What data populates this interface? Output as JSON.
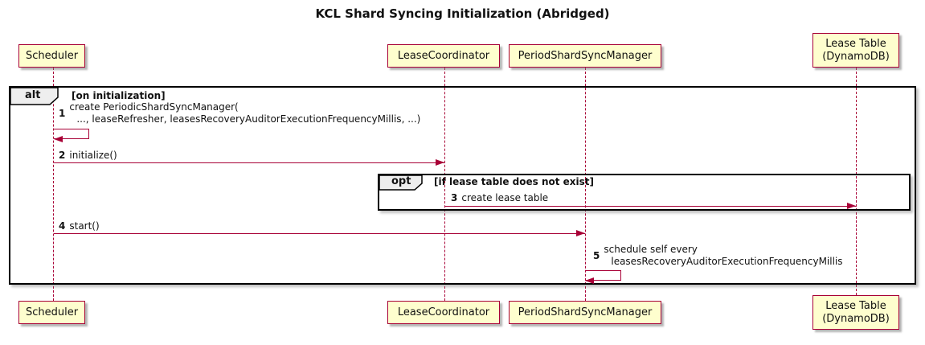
{
  "title": "KCL Shard Syncing Initialization (Abridged)",
  "colors": {
    "participant_fill": "#FEFECE",
    "accent": "#A80036",
    "frame_border": "#000000",
    "frame_label_fill": "#EEEEEE"
  },
  "participants": [
    {
      "id": "scheduler",
      "lines": [
        "Scheduler"
      ]
    },
    {
      "id": "lease-coordinator",
      "lines": [
        "LeaseCoordinator"
      ]
    },
    {
      "id": "period-shard-sync-manager",
      "lines": [
        "PeriodShardSyncManager"
      ]
    },
    {
      "id": "lease-table",
      "lines": [
        "Lease Table",
        "(DynamoDB)"
      ]
    }
  ],
  "frames": {
    "alt": {
      "operator": "alt",
      "condition": "[on initialization]"
    },
    "opt": {
      "operator": "opt",
      "condition": "[if lease table does not exist]"
    }
  },
  "messages": [
    {
      "num": "1",
      "from": "Scheduler",
      "to": "Scheduler",
      "type": "self",
      "lines": [
        "create PeriodicShardSyncManager(",
        "..., leaseRefresher, leasesRecoveryAuditorExecutionFrequencyMillis, ...)"
      ]
    },
    {
      "num": "2",
      "from": "Scheduler",
      "to": "LeaseCoordinator",
      "type": "sync",
      "text": "initialize()"
    },
    {
      "num": "3",
      "from": "LeaseCoordinator",
      "to": "Lease Table (DynamoDB)",
      "type": "sync",
      "text": "create lease table"
    },
    {
      "num": "4",
      "from": "Scheduler",
      "to": "PeriodShardSyncManager",
      "type": "sync",
      "text": "start()"
    },
    {
      "num": "5",
      "from": "PeriodShardSyncManager",
      "to": "PeriodShardSyncManager",
      "type": "self",
      "lines": [
        "schedule self every",
        "leasesRecoveryAuditorExecutionFrequencyMillis"
      ]
    }
  ]
}
